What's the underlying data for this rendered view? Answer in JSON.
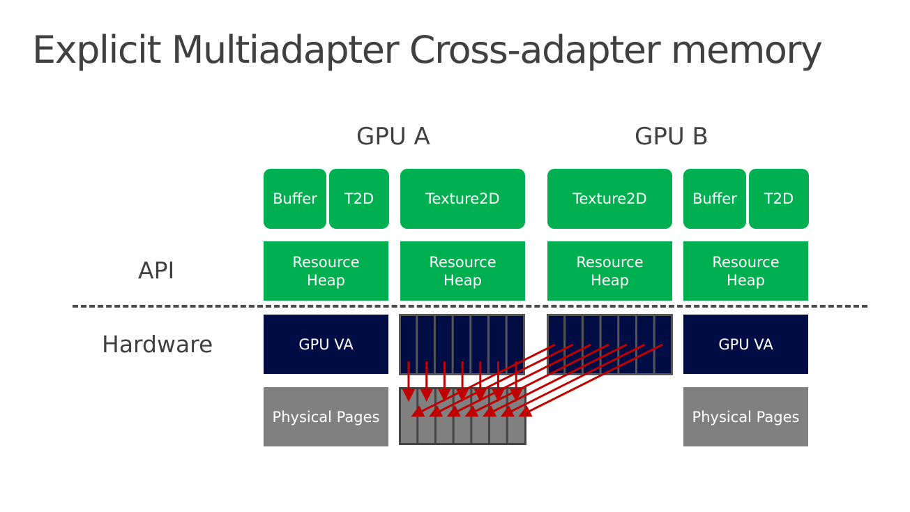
{
  "slide": {
    "title": "Explicit Multiadapter Cross-adapter memory"
  },
  "labels": {
    "gpu_a": "GPU A",
    "gpu_b": "GPU B",
    "api": "API",
    "hardware": "Hardware"
  },
  "gpu_a": {
    "resources_left": {
      "buffer": "Buffer",
      "t2d": "T2D"
    },
    "resources_right": {
      "texture": "Texture2D"
    },
    "heap_left": "Resource\nHeap",
    "heap_right": "Resource\nHeap",
    "va": "GPU VA",
    "pages": "Physical Pages"
  },
  "gpu_b": {
    "resources_left": {
      "texture": "Texture2D"
    },
    "resources_right": {
      "buffer": "Buffer",
      "t2d": "T2D"
    },
    "heap_left": "Resource\nHeap",
    "heap_right": "Resource\nHeap",
    "va": "GPU VA",
    "pages": "Physical Pages"
  },
  "colors": {
    "api_green": "#00b050",
    "va_navy": "#000c44",
    "pages_gray": "#808080",
    "arrow_red": "#c00000"
  }
}
